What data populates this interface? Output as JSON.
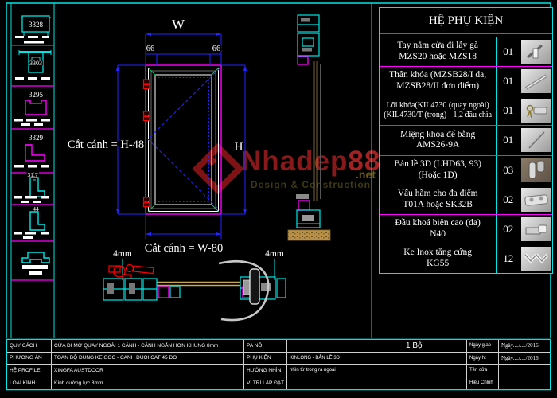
{
  "colors": {
    "cyan": "#00e5e5",
    "magenta": "#ff00ff",
    "blue": "#2424ff",
    "red": "#ff0000",
    "green": "#00cc55",
    "glass_tan": "#c9a94f",
    "white": "#ffffff",
    "watermark_red": "#87191b"
  },
  "sidebar": {
    "profiles": [
      {
        "code": "3328"
      },
      {
        "code": "3303"
      },
      {
        "code": "3295"
      },
      {
        "code": "3329"
      },
      {
        "code": "31.7"
      },
      {
        "code": "44"
      },
      {
        "code": ""
      }
    ]
  },
  "elevation": {
    "w_label": "W",
    "h_label": "H",
    "top_offset_left": "66",
    "top_offset_right": "66",
    "cut_h": "Cắt cánh = H-48",
    "cut_w": "Cắt cánh = W-80"
  },
  "sections": {
    "glass_left_label": "4mm",
    "glass_right_label": "4mm"
  },
  "watermark": {
    "brand": "Nhadep",
    "number": "88",
    "tld": ".net",
    "tagline": "Design & Construction"
  },
  "accessories": {
    "title": "HỆ PHỤ KIỆN",
    "rows": [
      {
        "name": "Tay nắm cửa đi lẫy gà\nMZS20 hoặc MZS18",
        "qty": "01"
      },
      {
        "name": "Thân khóa (MZSB28/I đa,\nMZSB28/II đơn điểm)",
        "qty": "01"
      },
      {
        "name": "Lõi khóa(KIL4730 (quay ngoài)\n(KIL4730/T (trong) - 1,2 đầu chìa",
        "qty": "01"
      },
      {
        "name": "Miệng khóa đế bằng\nAMS26-9A",
        "qty": "01"
      },
      {
        "name": "Bản lề 3D (LHD63, 93)\n(Hoặc 1D)",
        "qty": "03"
      },
      {
        "name": "Vấu hãm cho đa điểm\nT01A hoặc SK32B",
        "qty": "02"
      },
      {
        "name": "Đầu khoá biên cao (đa)\nN40",
        "qty": "02"
      },
      {
        "name": "Ke Inox tăng cứng\nKG55",
        "qty": "12"
      }
    ]
  },
  "titleblock": {
    "left": [
      {
        "label": "QUY CÁCH",
        "value": "CỬA ĐI MỞ QUAY NGOÀI 1 CÁNH - CÁNH NGẮN HƠN KHUNG 8mm"
      },
      {
        "label": "PHƯƠNG ÁN",
        "value": "TOAN BỘ DUNG KE GOC - CANH DUOI CAT 45 ĐO"
      },
      {
        "label": "HỆ PROFILE",
        "value": "XINGFA AUSTDOOR"
      },
      {
        "label": "LOẠI KÍNH",
        "value": "Kính cường lực 8mm"
      }
    ],
    "mid": [
      {
        "label": "PA NÔ",
        "value": ""
      },
      {
        "label": "PHỤ KIỆN",
        "value": "KINLONG - BẢN LỀ 3D"
      },
      {
        "label": "HƯỚNG NHÌN",
        "value": "nhìn từ trong ra ngoài"
      },
      {
        "label": "VỊ TRÍ LẮP ĐẶT",
        "value": ""
      }
    ],
    "quantity": "1 Bộ",
    "right": [
      {
        "label": "Ngày giao",
        "value": "Ngày..../..../2016"
      },
      {
        "label": "Ngày ht",
        "value": "Ngày..../..../2016"
      },
      {
        "label": "Tên cửa",
        "value": ""
      },
      {
        "label": "Hiệu Chỉnh",
        "value": ""
      }
    ]
  }
}
